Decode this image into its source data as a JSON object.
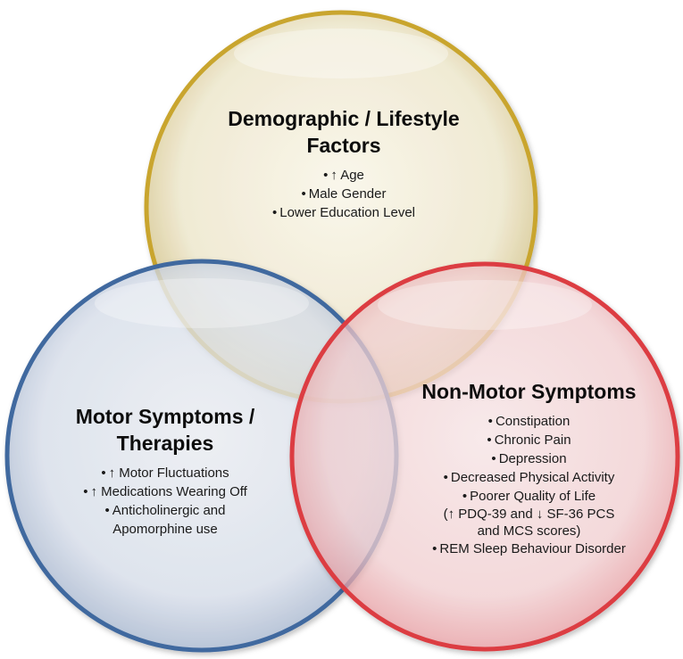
{
  "colors": {
    "demographic_fill": "#f3eed9",
    "demographic_stroke": "#c9a52f",
    "motor_fill": "#dde3ef",
    "motor_stroke": "#41699f",
    "nonmotor_fill": "#f8d6d8",
    "nonmotor_stroke": "#dc3c43"
  },
  "circles": {
    "demographic": {
      "title_line1": "Demographic / Lifestyle",
      "title_line2": "Factors",
      "items": [
        "↑ Age",
        "Male Gender",
        "Lower Education Level"
      ]
    },
    "motor": {
      "title_line1": "Motor Symptoms /",
      "title_line2": "Therapies",
      "items": [
        "↑ Motor Fluctuations",
        "↑ Medications Wearing Off",
        "Anticholinergic and",
        "Apomorphine use"
      ]
    },
    "nonmotor": {
      "title": "Non-Motor Symptoms",
      "items": [
        "Constipation",
        "Chronic Pain",
        "Depression",
        "Decreased Physical Activity",
        "Poorer Quality of Life",
        "(↑ PDQ-39 and ↓ SF-36 PCS",
        "and MCS scores)",
        "REM Sleep Behaviour Disorder"
      ]
    }
  }
}
